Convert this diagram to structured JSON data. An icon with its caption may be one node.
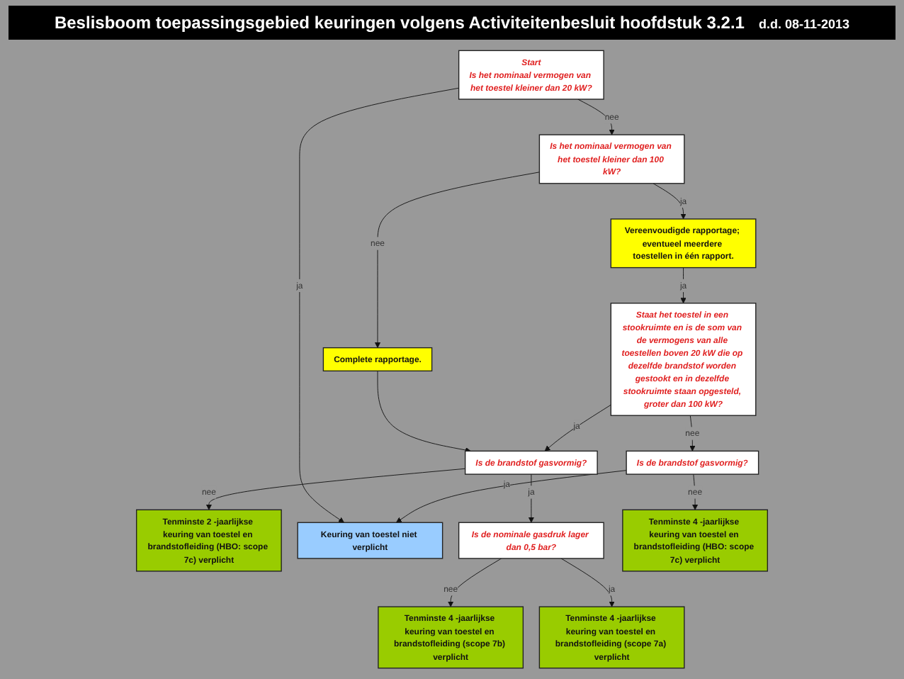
{
  "diagram": {
    "title": "Beslisboom toepassingsgebied keuringen volgens Activiteitenbesluit hoofdstuk 3.2.1",
    "nodes": [
      {
        "text": [
          "Start",
          "Is het nominaal vermogen van het toestel kleiner dan 20 kW?"
        ]
      },
      {
        "text": [
          "Is het nominaal vermogen van het toestel kleiner dan 100 kW?"
        ]
      },
      {
        "text": [
          "Vereenvoudigde rapportage; eventueel meerdere toestellen in één rapport."
        ]
      },
      {
        "text": [
          "Complete rapportage."
        ]
      },
      {
        "text": [
          "Staat het toestel in een stookruimte en is de som van de vermogens van alle toestellen boven 20 kW die op dezelfde brandstof worden gestookt en in dezelfde stookruimte staan opgesteld, groter dan 100 kW?"
        ]
      },
      {
        "text": [
          "Is de brandstof gasvormig?"
        ]
      },
      {
        "text": [
          "Tenminste 2 -jaarlijkse keuring van toestel en brandstofleiding (HBO: scope 7c) verplicht"
        ]
      },
      {
        "text": [
          "Keuring van toestel niet verplicht"
        ]
      },
      {
        "text": [
          "Is de brandstof gasvormig?"
        ]
      },
      {
        "text": [
          "Is de nominale gasdruk lager dan 0,5 bar?"
        ]
      },
      {
        "text": [
          "Tenminste 4 -jaarlijkse keuring van toestel en brandstofleiding (scope 7b) verplicht"
        ]
      },
      {
        "text": [
          "Tenminste 4 -jaarlijkse keuring van toestel en brandstofleiding (HBO: scope 7c) verplicht"
        ]
      },
      {
        "text": [
          "Tenminste 4 -jaarlijkse keuring van toestel en brandstofleiding (scope 7a) verplicht"
        ]
      }
    ],
    "edges": [
      {
        "from": 0,
        "to": 1,
        "arrow": "to",
        "label": "nee"
      },
      {
        "from": 0,
        "to": 7,
        "arrow": "to",
        "label": "ja"
      },
      {
        "from": 1,
        "to": 2,
        "arrow": "to",
        "label": "ja"
      },
      {
        "from": 1,
        "to": 3,
        "arrow": "to",
        "label": "nee"
      },
      {
        "from": 2,
        "to": 4,
        "arrow": "to",
        "label": "ja"
      },
      {
        "from": 3,
        "to": 5,
        "arrow": "to"
      },
      {
        "from": 4,
        "to": 5,
        "arrow": "to",
        "label": "ja"
      },
      {
        "from": 4,
        "to": 8,
        "arrow": "to",
        "label": "nee"
      },
      {
        "from": 5,
        "to": 6,
        "arrow": "to",
        "label": "nee"
      },
      {
        "from": 5,
        "to": 9,
        "arrow": "to",
        "label": "ja"
      },
      {
        "from": 8,
        "to": 7,
        "arrow": "to",
        "label": "ja"
      },
      {
        "from": 8,
        "to": 11,
        "arrow": "to",
        "label": "nee"
      },
      {
        "from": 9,
        "to": 10,
        "arrow": "to",
        "label": "nee"
      },
      {
        "from": 9,
        "to": 12,
        "arrow": "to",
        "label": "ja"
      }
    ],
    "labels": [
      "d.d. 08-11-2013"
    ]
  }
}
